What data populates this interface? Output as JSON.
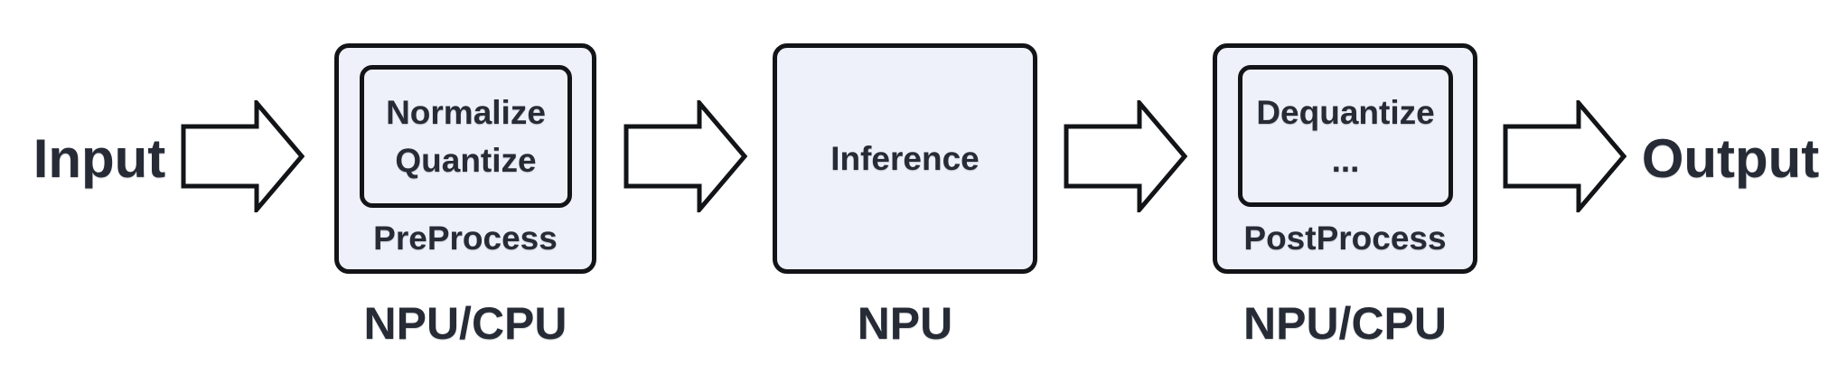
{
  "flow": {
    "input_label": "Input",
    "output_label": "Output"
  },
  "stages": [
    {
      "name": "preprocess",
      "ops": [
        "Normalize",
        "Quantize"
      ],
      "label": "PreProcess",
      "processor": "NPU/CPU"
    },
    {
      "name": "inference",
      "ops": [
        "Inference"
      ],
      "label": "",
      "processor": "NPU"
    },
    {
      "name": "postprocess",
      "ops": [
        "Dequantize",
        "..."
      ],
      "label": "PostProcess",
      "processor": "NPU/CPU"
    }
  ],
  "colors": {
    "background": "#ffffff",
    "box_fill": "#eef1fa",
    "box_border": "#121417",
    "arrow_fill": "#ffffff",
    "arrow_border": "#121417",
    "text": "#262b36"
  }
}
